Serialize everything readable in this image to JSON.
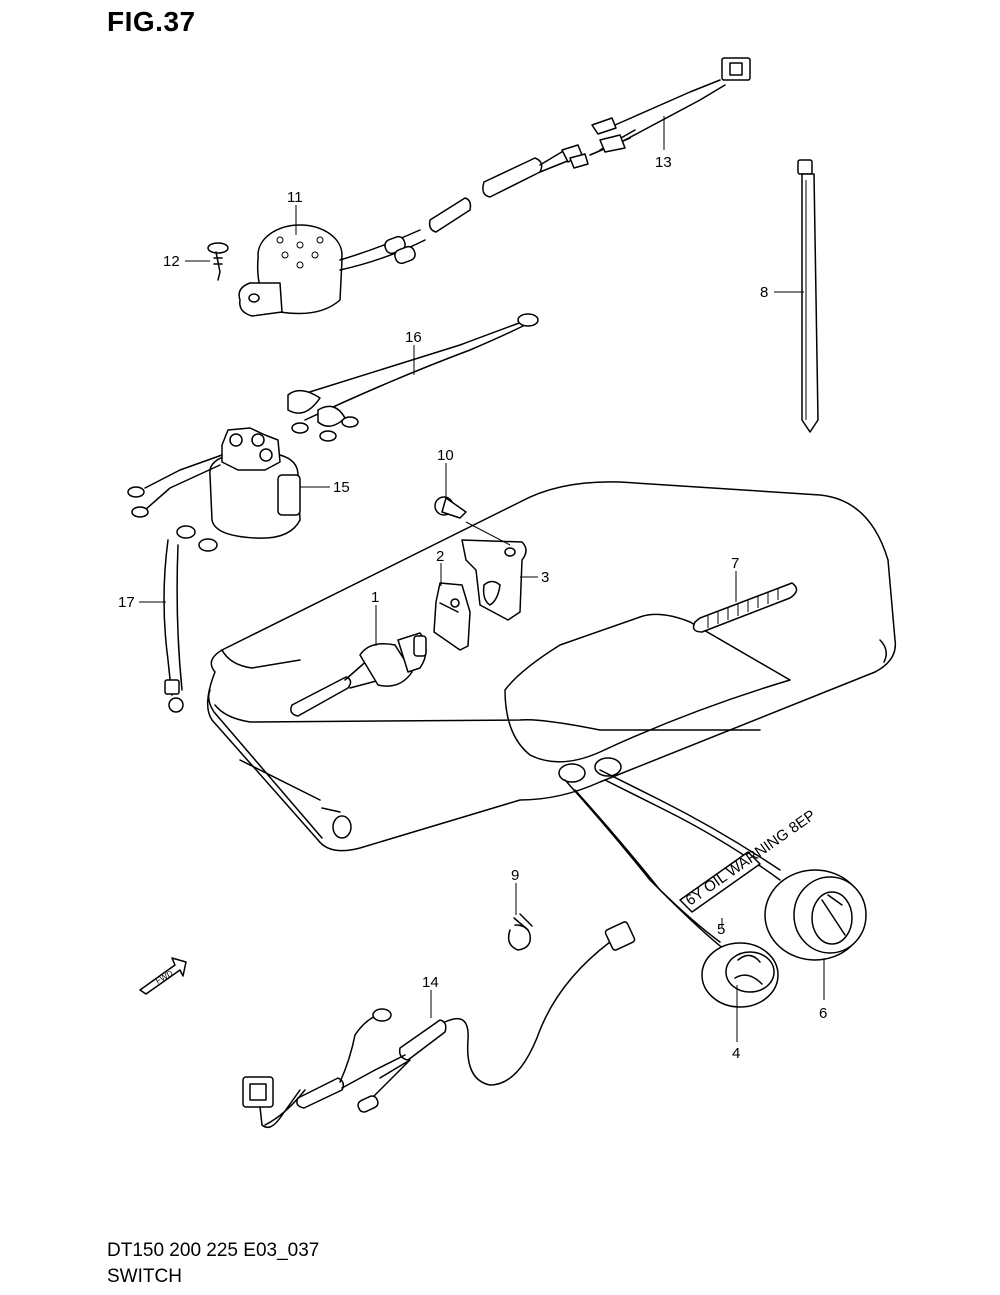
{
  "figure": {
    "title": "FIG.37"
  },
  "footer": {
    "code": "DT150 200 225 E03_037",
    "caption": "SWITCH"
  },
  "callouts": [
    "1",
    "2",
    "3",
    "4",
    "5",
    "6",
    "7",
    "8",
    "9",
    "10",
    "11",
    "12",
    "13",
    "14",
    "15",
    "16",
    "17"
  ],
  "fwd_label": "FWD",
  "sticker_text": "6Y OIL WARNING 8EP"
}
